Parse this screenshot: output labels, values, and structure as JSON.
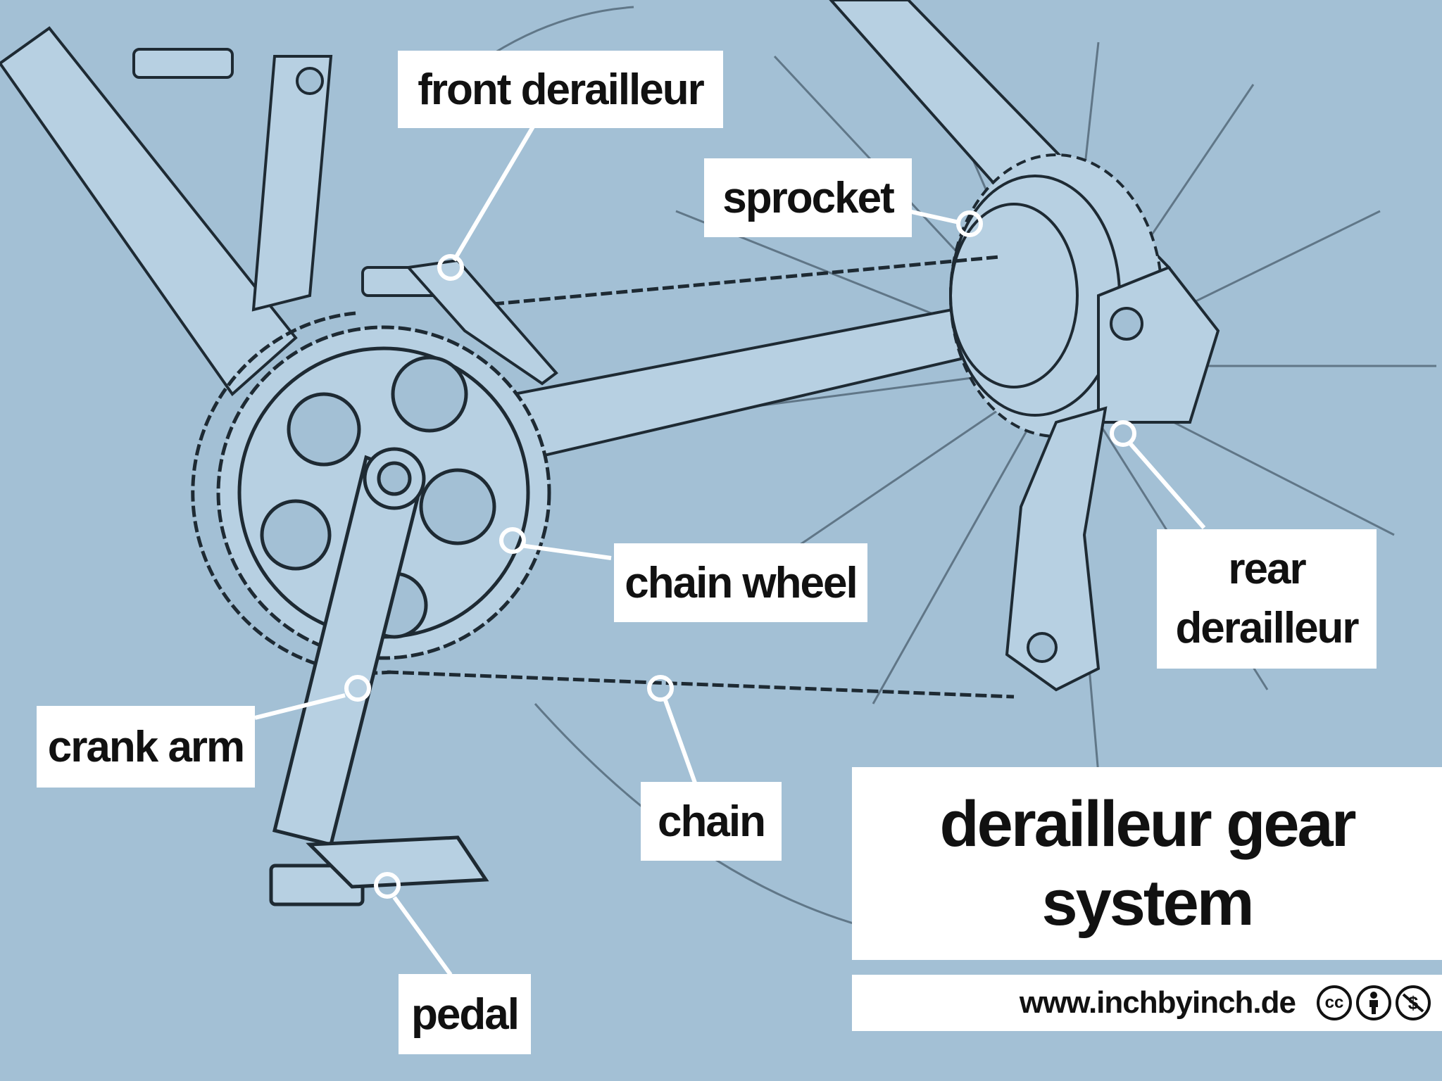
{
  "title": {
    "line1": "derailleur gear",
    "line2": "system"
  },
  "footer": {
    "url": "www.inchbyinch.de",
    "icons": [
      "creative-commons-icon",
      "attribution-icon",
      "non-commercial-icon"
    ]
  },
  "labels": {
    "front_derailleur": "front derailleur",
    "sprocket": "sprocket",
    "chain_wheel": "chain wheel",
    "rear_derailleur_line1": "rear",
    "rear_derailleur_line2": "derailleur",
    "crank_arm": "crank arm",
    "chain": "chain",
    "pedal": "pedal"
  },
  "colors": {
    "background": "#a3c0d5",
    "frame": "#b7d0e2",
    "ink": "#1e2a33",
    "label_bg": "#ffffff",
    "pointer": "#ffffff"
  }
}
